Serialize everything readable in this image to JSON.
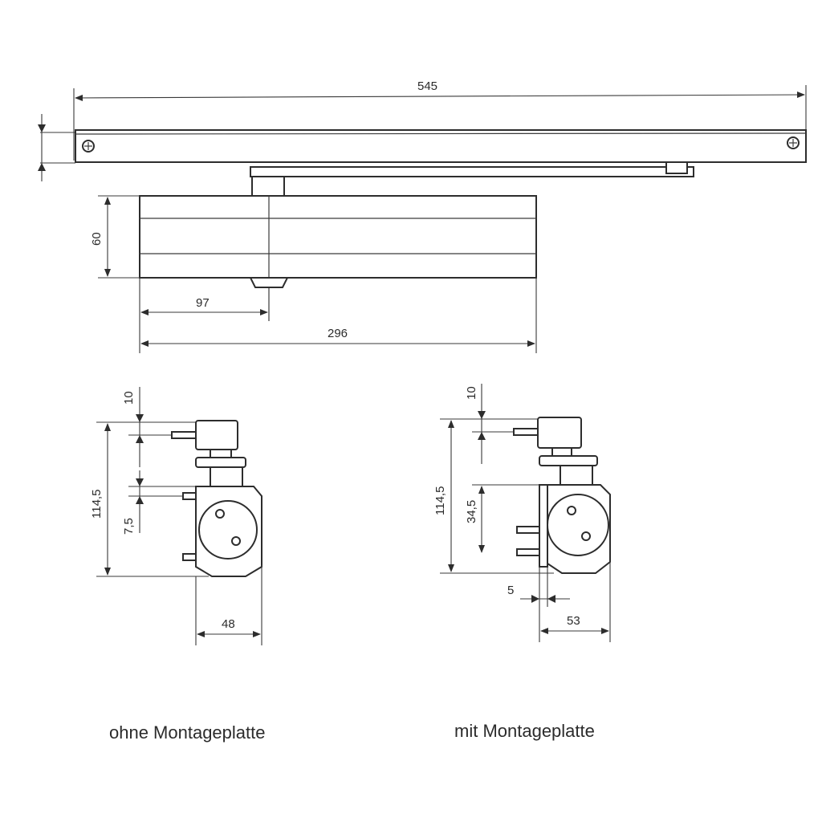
{
  "top_view": {
    "rail_length": "545",
    "rail_height": "",
    "body_height": "60",
    "arm_offset": "97",
    "body_length": "296"
  },
  "side_view_left": {
    "top_gap": "10",
    "total_height": "114,5",
    "pin_gap": "7,5",
    "width": "48",
    "caption": "ohne Montageplatte"
  },
  "side_view_right": {
    "top_gap": "10",
    "total_height": "114,5",
    "plate_height": "34,5",
    "plate_offset": "5",
    "width": "53",
    "caption": "mit Montageplatte"
  },
  "icons": [
    "screw-icon",
    "screw-icon"
  ]
}
